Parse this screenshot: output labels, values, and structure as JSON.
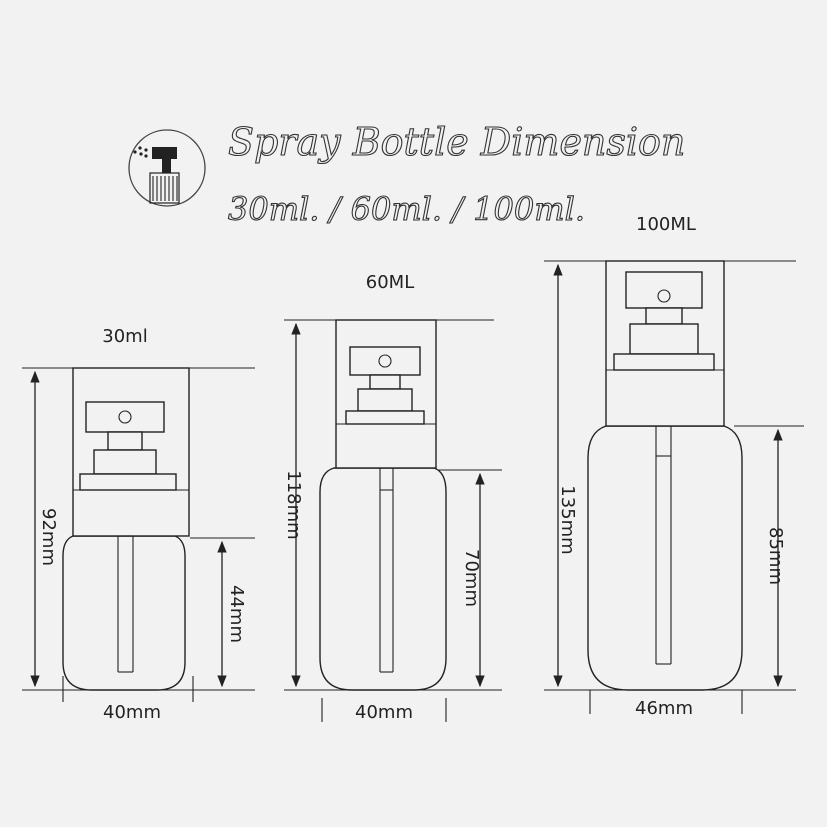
{
  "header": {
    "icon": "spray-nozzle-icon",
    "title": "Spray Bottle Dimension",
    "subtitle": "30ml. / 60ml. / 100ml."
  },
  "bottles": [
    {
      "label": "30ml",
      "height": "92mm",
      "body_height": "44mm",
      "width": "40mm"
    },
    {
      "label": "60ML",
      "height": "118mm",
      "body_height": "70mm",
      "width": "40mm"
    },
    {
      "label": "100ML",
      "height": "135mm",
      "body_height": "85mm",
      "width": "46mm"
    }
  ],
  "colors": {
    "background": "#f2f2f2",
    "line": "#222222"
  }
}
